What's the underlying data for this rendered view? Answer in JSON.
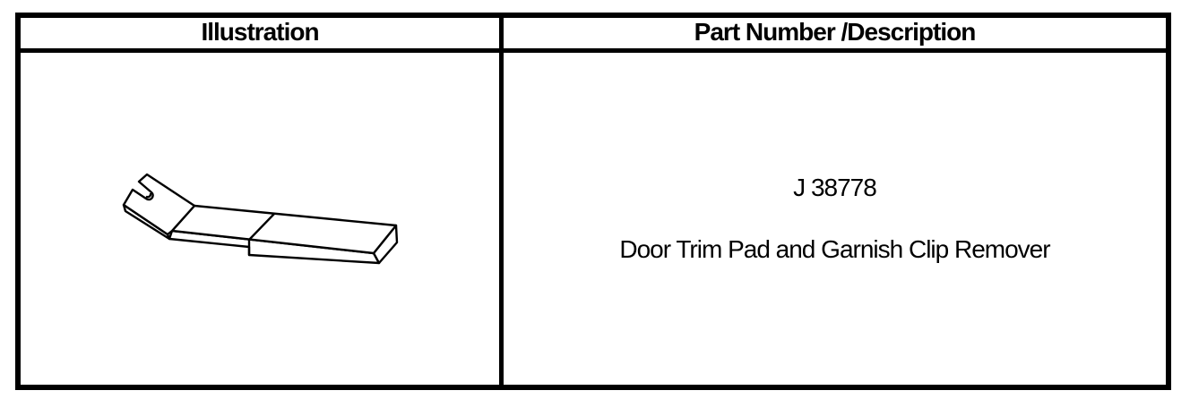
{
  "theme": {
    "background": "#ffffff",
    "border-color": "#000000",
    "text-color": "#000000"
  },
  "table": {
    "columns": [
      {
        "header": "Illustration"
      },
      {
        "header": "Part Number /Description"
      }
    ],
    "rows": [
      {
        "illustration_icon": "door-trim-pad-clip-remover-tool-line-drawing",
        "part_number": "J 38778",
        "description": "Door Trim Pad and Garnish Clip Remover"
      }
    ]
  }
}
